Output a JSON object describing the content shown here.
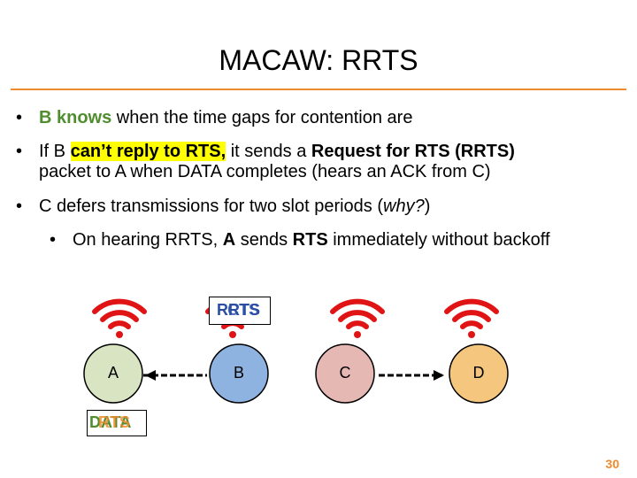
{
  "title": "MACAW: RRTS",
  "bullets": {
    "b1": {
      "bullet": "•",
      "highlight": "B knows",
      "rest": " when the time gaps for contention are"
    },
    "b2": {
      "bullet": "•",
      "pre": "If B ",
      "highlight": "can’t reply to RTS,",
      "mid1": " it sends a ",
      "bold1": "Request for RTS (RRTS)",
      "line2": "packet to A when DATA completes (hears an ACK from C)"
    },
    "b3": {
      "bullet": "•",
      "pre": "C defers transmissions for two slot periods (",
      "italic": "why?",
      "post": ")"
    },
    "b4": {
      "bullet": "•",
      "pre": "On hearing RRTS, ",
      "bold1": "A",
      "mid": " sends ",
      "bold2": "RTS",
      "post": " immediately without backoff"
    }
  },
  "nodes": [
    {
      "id": "A",
      "label": "A",
      "fill": "#d9e5c2"
    },
    {
      "id": "B",
      "label": "B",
      "fill": "#8fb3e0"
    },
    {
      "id": "C",
      "label": "C",
      "fill": "#e6b8b4"
    },
    {
      "id": "D",
      "label": "D",
      "fill": "#f5c77e"
    }
  ],
  "packets": {
    "b_label_1": "RRTS",
    "b_label_2": "CTS",
    "a_label_1": "DATA",
    "a_label_2": "RTS"
  },
  "colors": {
    "accent": "#ef8a2d",
    "wifi": "#e01414",
    "blue_text": "#2a4ea3",
    "green_text": "#4f8d2e"
  },
  "page_number": "30"
}
